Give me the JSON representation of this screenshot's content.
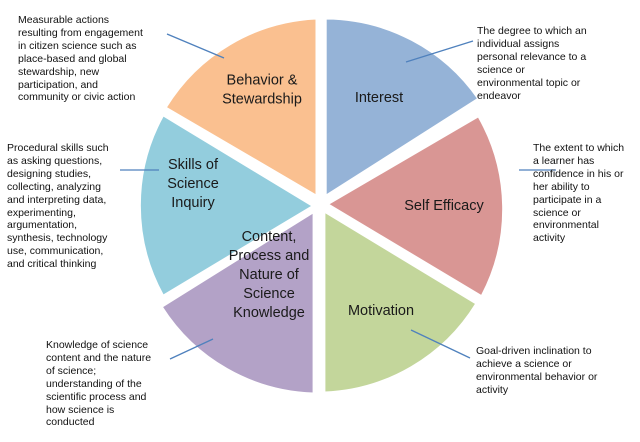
{
  "segments": [
    {
      "id": "interest",
      "label_lines": [
        "Interest"
      ],
      "color": "#95b3d7",
      "description": "The degree to which an\nindividual assigns\npersonal relevance to a\nscience or\nenvironmental topic or\nendeavor"
    },
    {
      "id": "self-efficacy",
      "label_lines": [
        "Self Efficacy"
      ],
      "color": "#d99694",
      "description": "The extent to which\na learner has\nconfidence in his or\nher ability  to\nparticipate in a\nscience or\nenvironmental\nactivity"
    },
    {
      "id": "motivation",
      "label_lines": [
        "Motivation"
      ],
      "color": "#c3d69b",
      "description": "Goal-driven inclination to\nachieve a science or\nenvironmental behavior or\nactivity"
    },
    {
      "id": "content-knowledge",
      "label_lines": [
        "Content,",
        "Process and",
        "Nature of",
        "Science",
        "Knowledge"
      ],
      "color": "#b3a2c7",
      "description": "Knowledge of science\ncontent and the nature\nof science;\nunderstanding of the\nscientific process and\nhow science is\nconducted"
    },
    {
      "id": "science-inquiry",
      "label_lines": [
        "Skills of",
        "Science",
        "Inquiry"
      ],
      "color": "#93cddd",
      "description": "Procedural skills such\nas asking questions,\ndesigning studies,\ncollecting, analyzing\nand interpreting data,\nexperimenting,\nargumentation,\nsynthesis, technology\nuse, communication,\nand critical thinking"
    },
    {
      "id": "behavior-stewardship",
      "label_lines": [
        "Behavior &",
        "Stewardship"
      ],
      "color": "#fac090",
      "description": "Measurable actions\nresulting from engagement\nin citizen science such as\nplace-based and global\nstewardship, new\nparticipation, and\ncommunity or civic action"
    }
  ],
  "leader_color": "#4f81bd"
}
